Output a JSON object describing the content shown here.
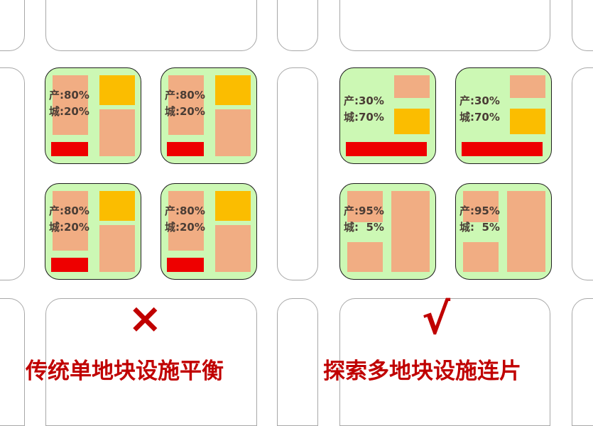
{
  "colors": {
    "plot_fill": "#ccf8b4",
    "residential": "#f1ad83",
    "industrial": "#fbbd00",
    "facility": "#ee0000",
    "mark": "#c00000"
  },
  "left_panel": {
    "plots": [
      {
        "line1": "产:80%",
        "line2": "城:20%"
      },
      {
        "line1": "产:80%",
        "line2": "城:20%"
      },
      {
        "line1": "产:80%",
        "line2": "城:20%"
      },
      {
        "line1": "产:80%",
        "line2": "城:20%"
      }
    ],
    "mark": "×",
    "caption": "传统单地块设施平衡"
  },
  "right_panel": {
    "plots": [
      {
        "line1": "产:30%",
        "line2": "城:70%"
      },
      {
        "line1": "产:30%",
        "line2": "城:70%"
      },
      {
        "line1": "产:95%",
        "line2": "城:  5%"
      },
      {
        "line1": "产:95%",
        "line2": "城:  5%"
      }
    ],
    "mark": "√",
    "caption": "探索多地块设施连片"
  }
}
